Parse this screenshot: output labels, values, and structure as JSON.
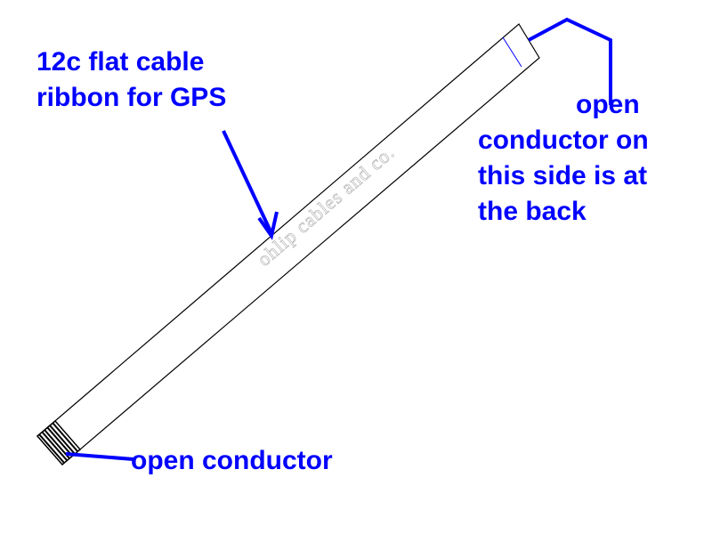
{
  "labels": {
    "ribbon_title_line1": "12c flat cable",
    "ribbon_title_line2": "ribbon for GPS",
    "back_line1": "open",
    "back_line2": "conductor on",
    "back_line3": "this side is at",
    "back_line4": "the back",
    "bottom": "open conductor"
  },
  "watermark": "ohlip cables and co.",
  "colors": {
    "annotation": "#0000ff",
    "cable_outline": "#000000",
    "watermark": "#c0c0c0",
    "background": "#ffffff"
  }
}
